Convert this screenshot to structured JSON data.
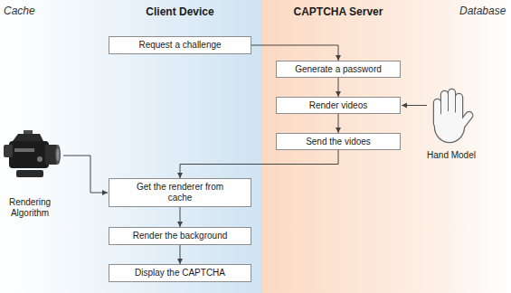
{
  "diagram": {
    "nodes": [
      {
        "text": [
          "Request a challenge"
        ]
      },
      {
        "text": [
          "Generate a password"
        ]
      },
      {
        "text": [
          "Render videos"
        ]
      },
      {
        "text": [
          "Send the vidoes"
        ]
      },
      {
        "text": [
          "Get the renderer from cache"
        ]
      },
      {
        "text": [
          "Render the background"
        ]
      },
      {
        "text": [
          "Display the CAPTCHA"
        ]
      }
    ],
    "edges": [
      {
        "from": 0,
        "to": 1,
        "arrow": "to"
      },
      {
        "from": 1,
        "to": 2,
        "arrow": "to"
      },
      {
        "from": 2,
        "to": 3,
        "arrow": "to"
      },
      {
        "from": 3,
        "to": 4,
        "arrow": "to"
      },
      {
        "from": 4,
        "to": 5,
        "arrow": "to"
      },
      {
        "from": 5,
        "to": 6,
        "arrow": "to"
      }
    ],
    "labels": [
      "Cache",
      "Client Device",
      "CAPTCHA Server",
      "Database",
      "Rendering Algorithm",
      "Hand Model"
    ]
  }
}
